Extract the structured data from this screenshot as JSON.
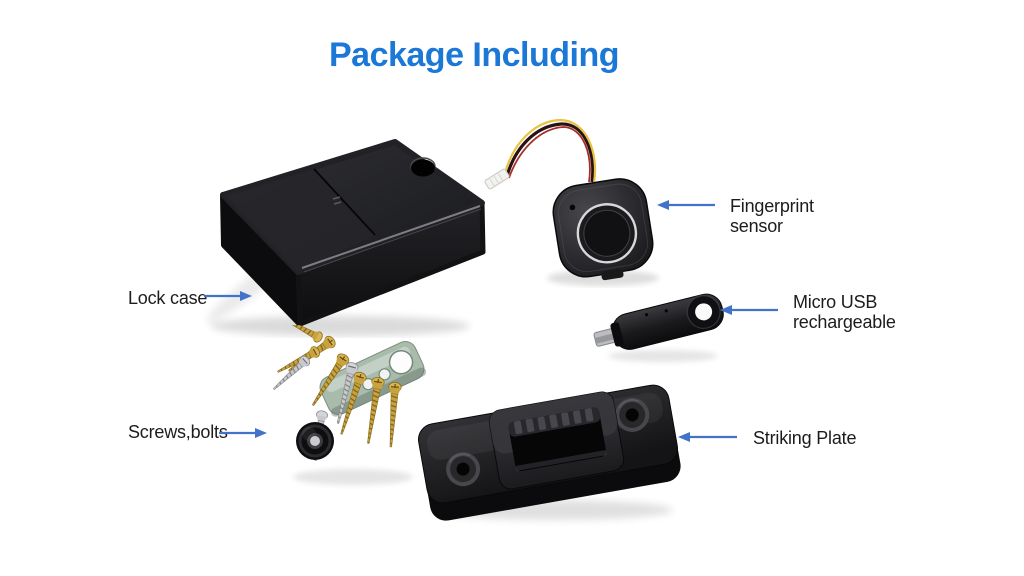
{
  "title": {
    "text": "Package Including",
    "color": "#1b78d7"
  },
  "colors": {
    "background": "#ffffff",
    "arrow": "#4273c8",
    "label_text": "#1c1c1c"
  },
  "components": [
    {
      "name": "lock-case",
      "label": "Lock case",
      "label_side": "left",
      "arrow_direction": "right"
    },
    {
      "name": "fingerprint-sensor",
      "label": "Fingerprint sensor",
      "label_side": "right",
      "arrow_direction": "left"
    },
    {
      "name": "micro-usb-key",
      "label": "Micro USB rechargeable",
      "label_side": "right",
      "arrow_direction": "left"
    },
    {
      "name": "screws-bolts",
      "label": "Screws,bolts",
      "label_side": "left",
      "arrow_direction": "right"
    },
    {
      "name": "striking-plate",
      "label": "Striking Plate",
      "label_side": "right",
      "arrow_direction": "left"
    }
  ]
}
